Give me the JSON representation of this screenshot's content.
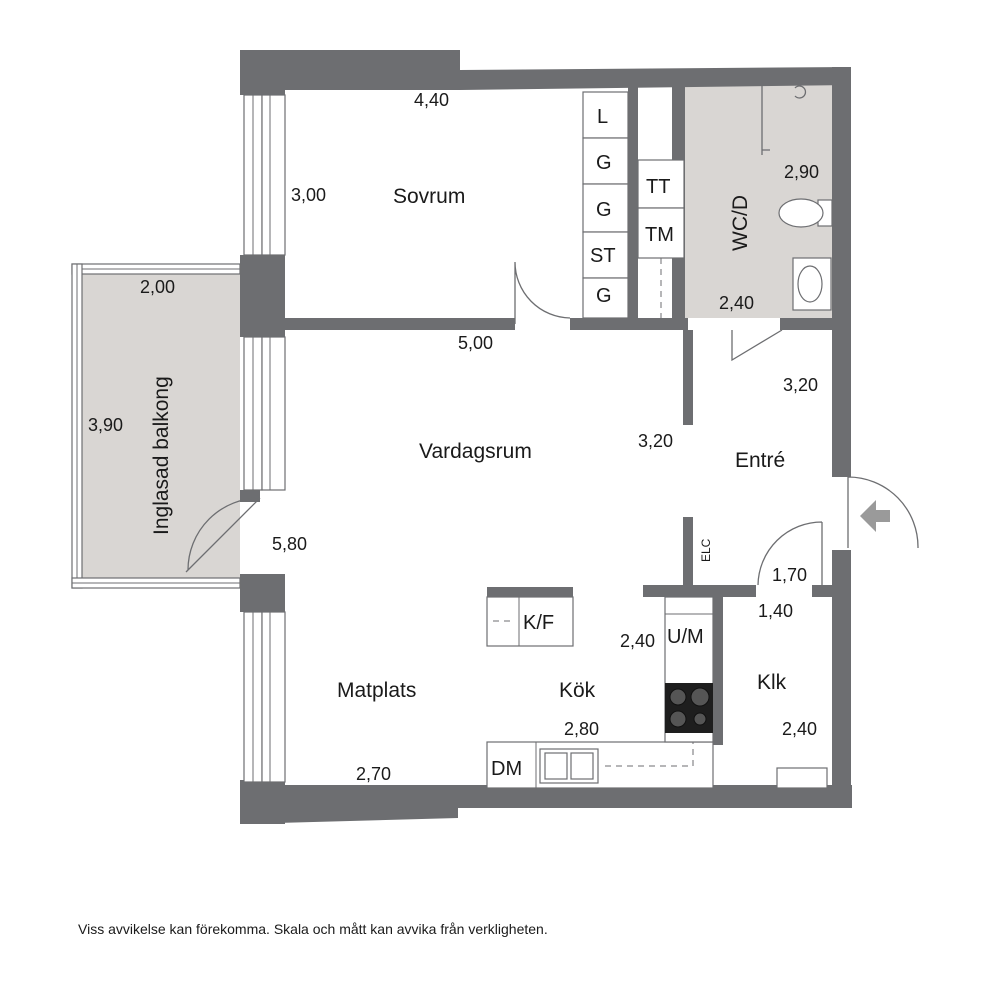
{
  "rooms": {
    "sovrum": "Sovrum",
    "vardagsrum": "Vardagsrum",
    "entre": "Entré",
    "matplats": "Matplats",
    "kok": "Kök",
    "klk": "Klk",
    "wc": "WC/D",
    "balkong": "Inglasad balkong"
  },
  "dimensions": {
    "sovrum_width": "4,40",
    "sovrum_height": "3,00",
    "wc_width": "2,90",
    "wc_height": "2,40",
    "balkong_width": "2,00",
    "balkong_height": "3,90",
    "vardagsrum_width": "5,00",
    "entre_height": "3,20",
    "entre_width": "3,20",
    "vardagsrum_height": "5,80",
    "hall_width": "1,70",
    "klk_width": "1,40",
    "kok_depth": "2,40",
    "kok_length": "2,80",
    "klk_height": "2,40",
    "matplats_width": "2,70"
  },
  "fixtures": {
    "wardrobe_l": "L",
    "wardrobe_g1": "G",
    "wardrobe_g2": "G",
    "wardrobe_st": "ST",
    "wardrobe_g3": "G",
    "tt": "TT",
    "tm": "TM",
    "kf": "K/F",
    "um": "U/M",
    "dm": "DM",
    "elc": "ELC"
  },
  "icons": {
    "entrance": "entrance-arrow-icon",
    "stove": "stove-icon",
    "sink": "sink-icon",
    "toilet": "toilet-icon",
    "washbasin": "washbasin-icon",
    "shower": "shower-icon"
  },
  "colors": {
    "wall": "#6d6e71",
    "wc_floor": "#d9d6d3",
    "balcony_floor": "#d9d6d3",
    "stove": "#1e1e1e"
  },
  "disclaimer": "Viss avvikelse kan förekomma. Skala och mått kan avvika från verkligheten."
}
